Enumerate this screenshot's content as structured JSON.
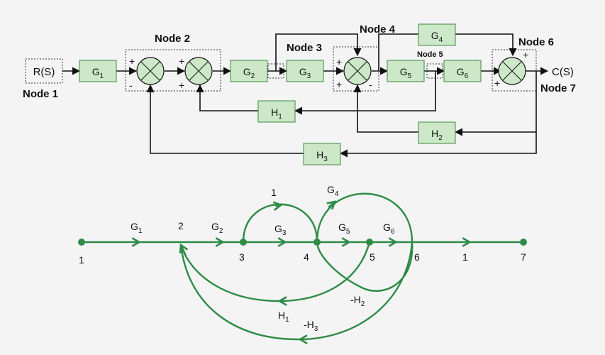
{
  "block_diagram": {
    "input_label": "R(S)",
    "output_label": "C(S)",
    "nodes": {
      "n1": "Node 1",
      "n2": "Node 2",
      "n3": "Node 3",
      "n4": "Node 4",
      "n5": "Node 5",
      "n6": "Node 6",
      "n7": "Node 7"
    },
    "blocks": {
      "g1": {
        "b": "G",
        "s": "1"
      },
      "g2": {
        "b": "G",
        "s": "2"
      },
      "g3": {
        "b": "G",
        "s": "3"
      },
      "g4": {
        "b": "G",
        "s": "4"
      },
      "g5": {
        "b": "G",
        "s": "5"
      },
      "g6": {
        "b": "G",
        "s": "6"
      },
      "h1": {
        "b": "H",
        "s": "1"
      },
      "h2": {
        "b": "H",
        "s": "2"
      },
      "h3": {
        "b": "H",
        "s": "3"
      }
    },
    "signs": {
      "plus": "+",
      "minus": "-"
    }
  },
  "signal_flow_graph": {
    "nodes": [
      "1",
      "2",
      "3",
      "4",
      "5",
      "6",
      "7"
    ],
    "branches": {
      "g1": {
        "b": "G",
        "s": "1"
      },
      "g2": {
        "b": "G",
        "s": "2"
      },
      "g3": {
        "b": "G",
        "s": "3"
      },
      "g4": {
        "b": "G",
        "s": "4"
      },
      "g5": {
        "b": "G",
        "s": "5"
      },
      "g6": {
        "b": "G",
        "s": "6"
      },
      "unity_34": "1",
      "unity_67": "1",
      "h1": {
        "b": "H",
        "s": "1"
      },
      "mh2": {
        "b": "-H",
        "s": "2"
      },
      "mh3": {
        "b": "-H",
        "s": "3"
      }
    }
  },
  "colors": {
    "block_fill": "#cde8c8",
    "signal_flow": "#2e8b46",
    "background": "#f4f4f4"
  }
}
